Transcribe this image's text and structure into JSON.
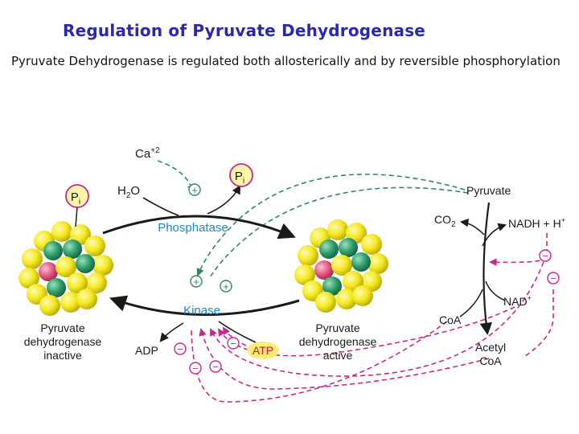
{
  "title": "Regulation of Pyruvate Dehydrogenase",
  "subtitle": "Pyruvate Dehydrogenase is regulated both allosterically  and by reversible phosphorylation",
  "colors": {
    "title": "#2a2aa8",
    "enzyme_label": "#1b88c4",
    "green_dash": "#2e8b57",
    "magenta_dash": "#c8288a",
    "sphere_yellow": "#f4e81e",
    "sphere_green": "#2e9e6a",
    "sphere_pink": "#e0507a",
    "atp_highlight": "#f7ee7a"
  },
  "labels": {
    "ca": "Ca",
    "ca_sup": "+2",
    "h2o_h": "H",
    "h2o_sub": "2",
    "h2o_o": "O",
    "pi": "P",
    "pi_sub": "i",
    "phosphatase": "Phosphatase",
    "kinase": "Kinase",
    "adp": "ADP",
    "atp": "ATP",
    "inactive_line1": "Pyruvate",
    "inactive_line2": "dehydrogenase",
    "inactive_line3": "inactive",
    "active_line1": "Pyruvate",
    "active_line2": "dehydrogenase",
    "active_line3": "active",
    "pyruvate": "Pyruvate",
    "co2_co": "CO",
    "co2_sub": "2",
    "nadh": "NADH + H",
    "nadh_sup": "+",
    "nad": "NAD",
    "nad_sup": "+",
    "coa": "CoA",
    "acetyl_line1": "Acetyl",
    "acetyl_line2": "CoA",
    "plus": "+",
    "minus": "−"
  }
}
